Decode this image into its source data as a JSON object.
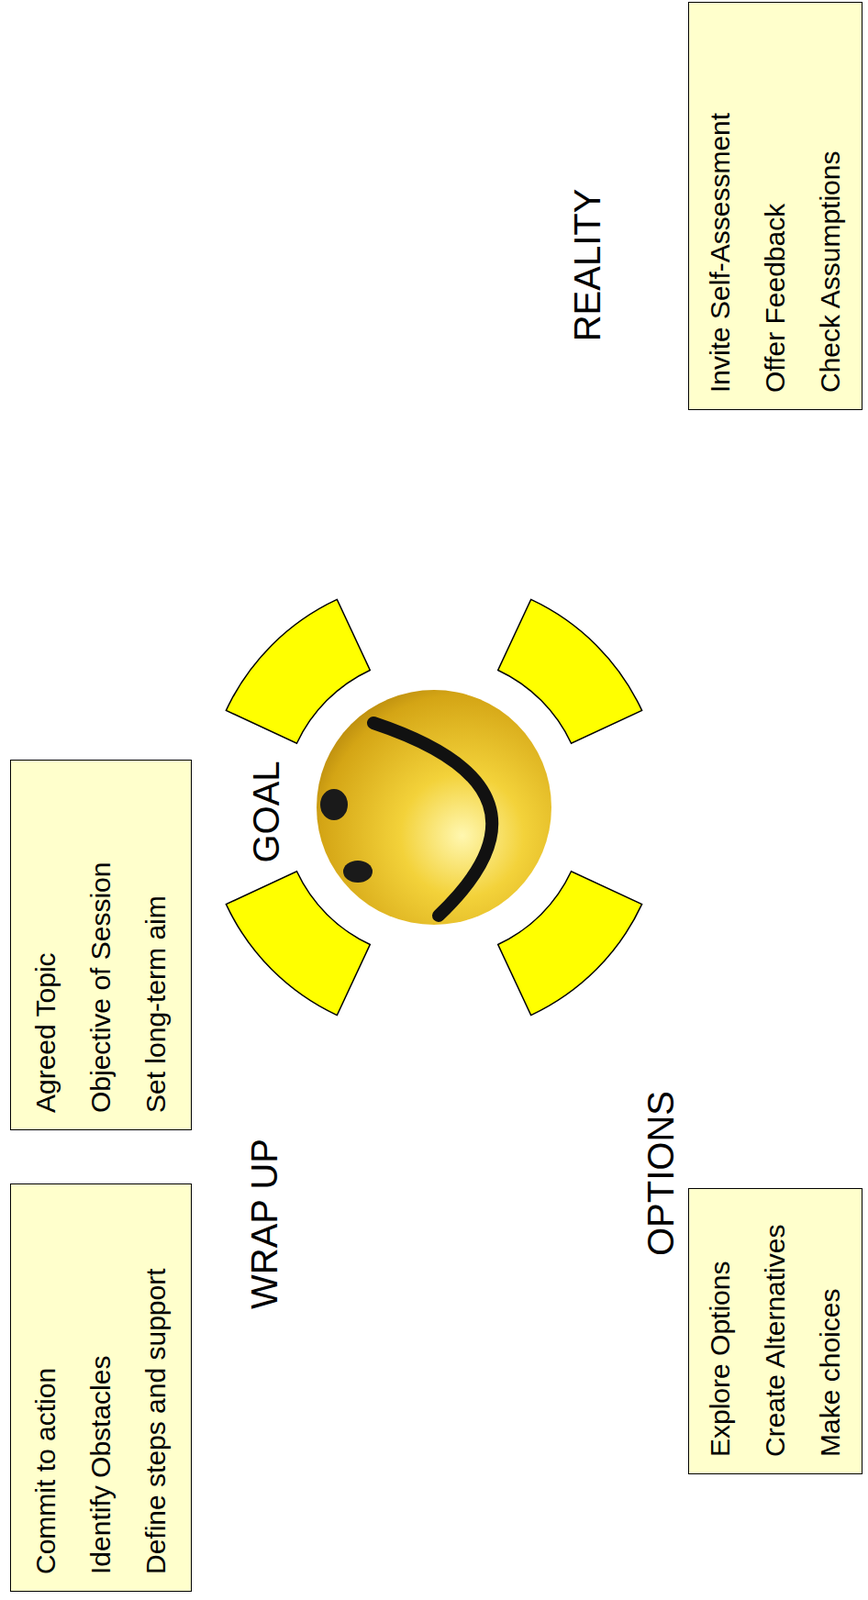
{
  "diagram": {
    "nodes": [
      {
        "text": [
          "Agreed Topic",
          "Objective of Session",
          "Set long-term aim"
        ]
      },
      {
        "text": [
          "Invite Self-Assessment",
          "Offer Feedback",
          "Check Assumptions"
        ]
      },
      {
        "text": [
          "Explore Options",
          "Create Alternatives",
          "Make choices"
        ]
      },
      {
        "text": [
          "Commit to action",
          "Identify Obstacles",
          "Define steps and support"
        ]
      }
    ],
    "labels": [
      "GOAL",
      "REALITY",
      "OPTIONS",
      "WRAP UP"
    ]
  }
}
